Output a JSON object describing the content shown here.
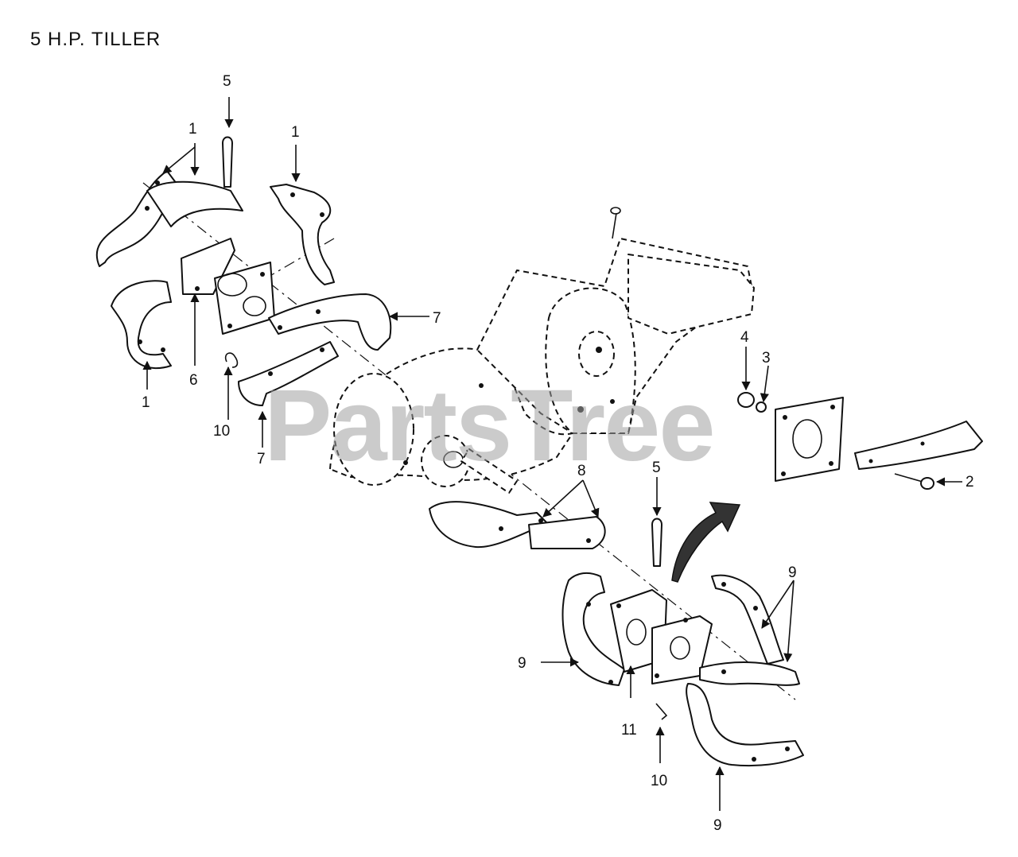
{
  "title": "5 H.P. TILLER",
  "watermark": "PartsTree",
  "callouts": {
    "c1a": "1",
    "c1b": "1",
    "c1c": "1",
    "c2": "2",
    "c3": "3",
    "c4": "4",
    "c5a": "5",
    "c5b": "5",
    "c6": "6",
    "c7a": "7",
    "c7b": "7",
    "c8": "8",
    "c9a": "9",
    "c9b": "9",
    "c9c": "9",
    "c10a": "10",
    "c10b": "10",
    "c11": "11"
  }
}
